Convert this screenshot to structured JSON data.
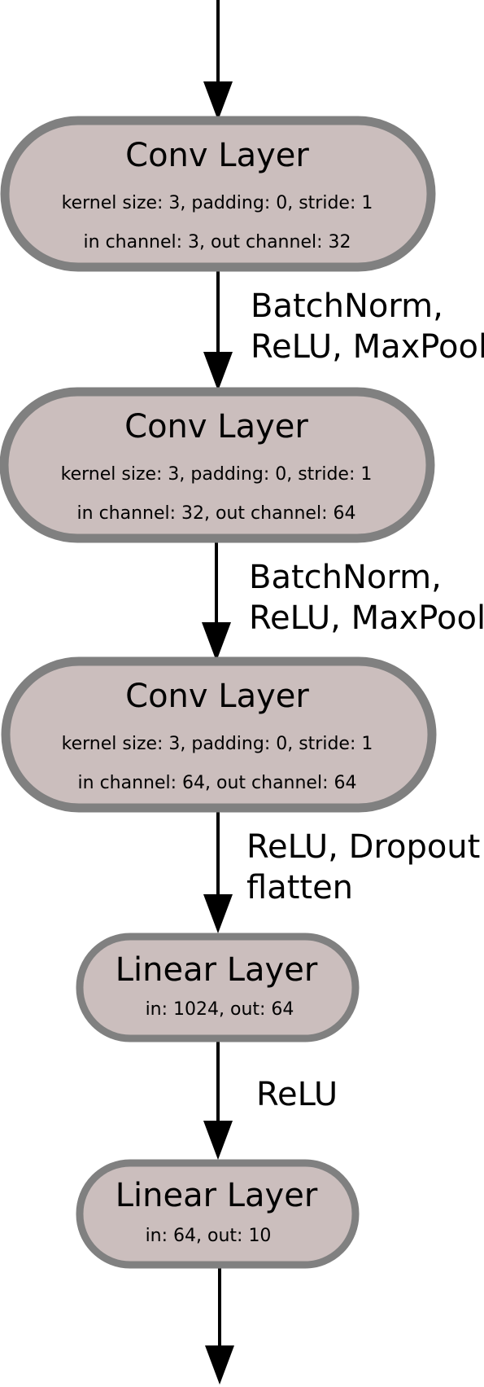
{
  "style": {
    "node_fill": "#cbbebd",
    "node_stroke": "#808080",
    "arrow_color": "#000000",
    "text_color": "#000000"
  },
  "nodes": [
    {
      "title": "Conv Layer",
      "lines": [
        "kernel size: 3, padding: 0, stride: 1",
        "in channel: 3, out channel: 32"
      ]
    },
    {
      "title": "Conv Layer",
      "lines": [
        "kernel size: 3, padding: 0, stride: 1",
        "in channel: 32, out channel: 64"
      ]
    },
    {
      "title": "Conv Layer",
      "lines": [
        "kernel size: 3, padding: 0, stride: 1",
        "in channel: 64, out channel: 64"
      ]
    },
    {
      "title": "Linear Layer",
      "lines": [
        "in: 1024, out: 64"
      ]
    },
    {
      "title": "Linear Layer",
      "lines": [
        "in: 64, out: 10"
      ]
    }
  ],
  "edges": [
    {
      "label_lines": [
        "BatchNorm,",
        "ReLU, MaxPool"
      ]
    },
    {
      "label_lines": [
        "BatchNorm,",
        "ReLU, MaxPool"
      ]
    },
    {
      "label_lines": [
        "ReLU, Dropout",
        "flatten"
      ]
    },
    {
      "label_lines": [
        "ReLU"
      ]
    }
  ]
}
